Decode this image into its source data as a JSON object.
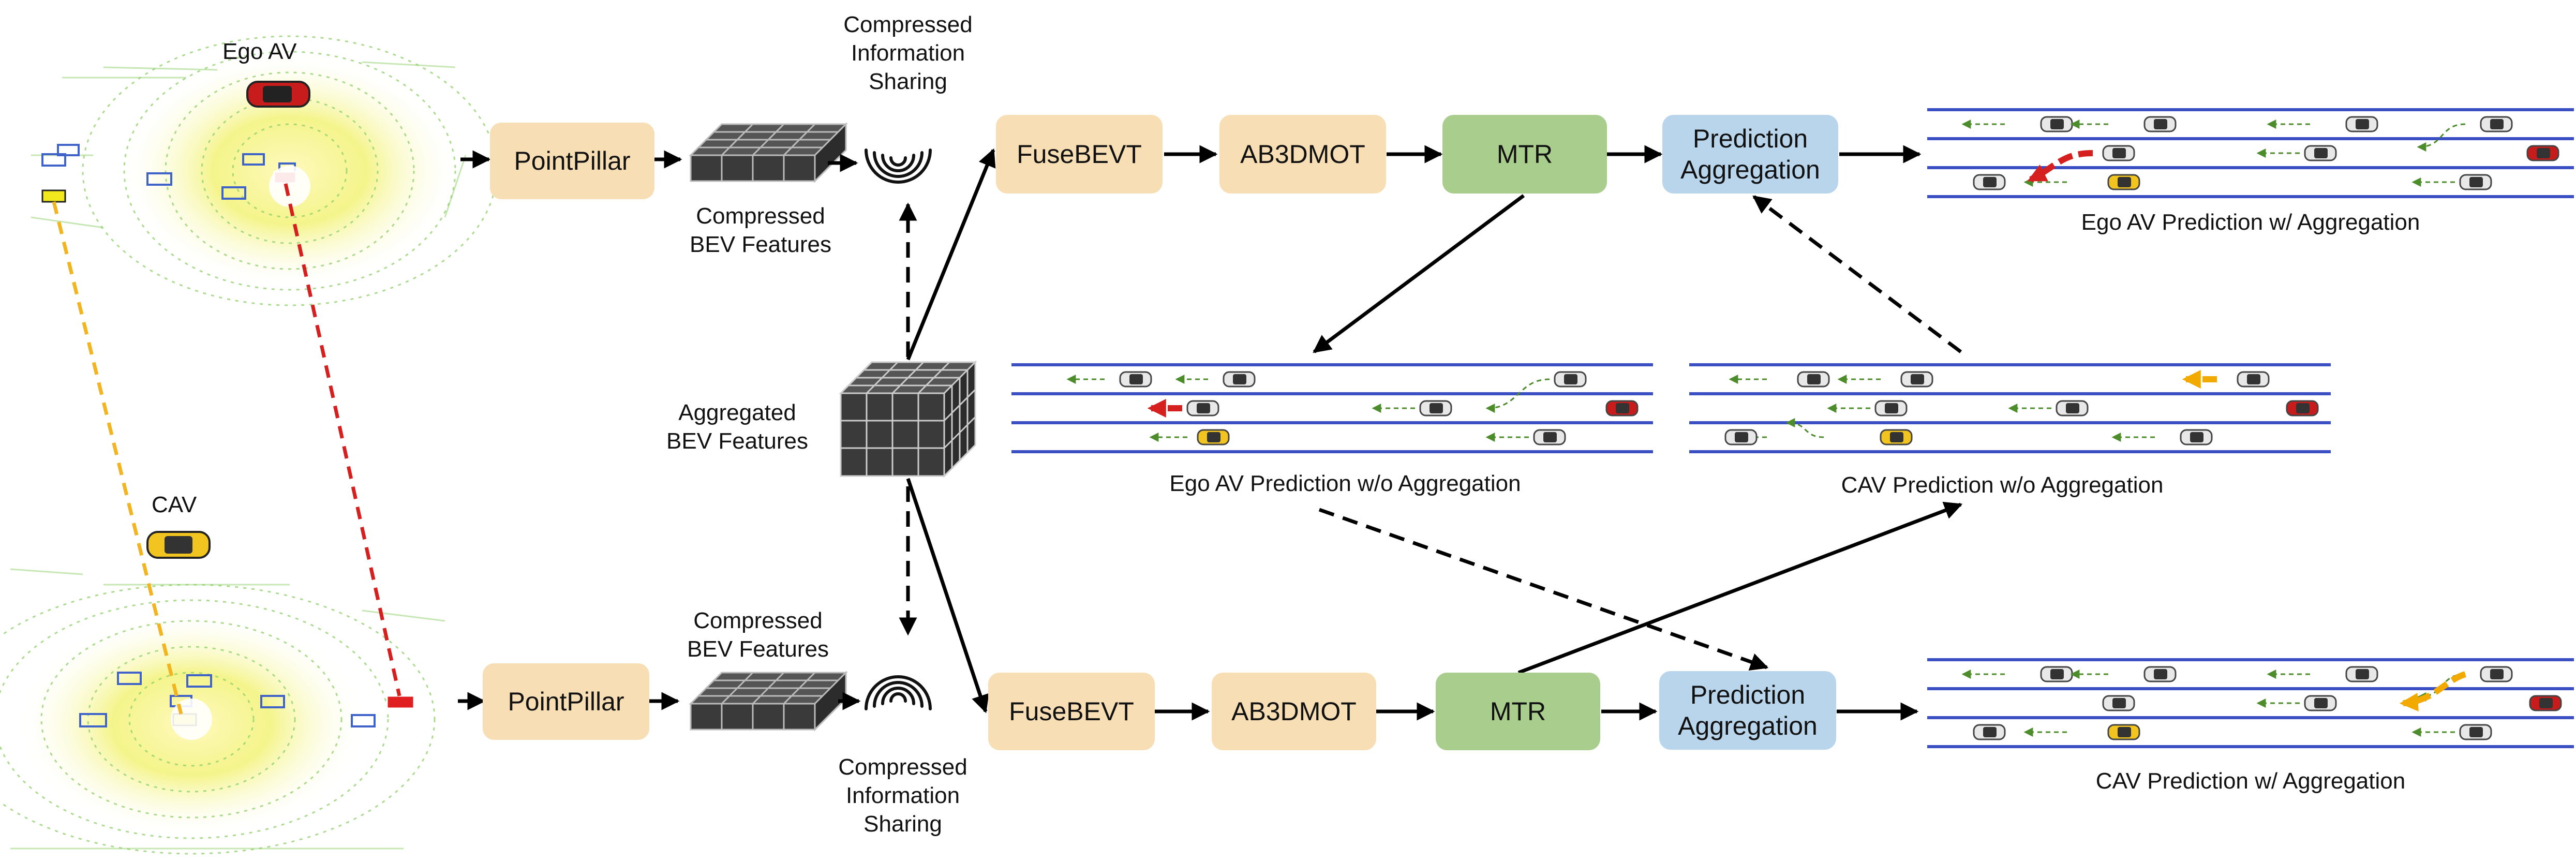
{
  "labels": {
    "ego_av": "Ego AV",
    "cav": "CAV",
    "compressed_sharing_top": [
      "Compressed",
      "Information",
      "Sharing"
    ],
    "compressed_sharing_bottom": [
      "Compressed",
      "Information",
      "Sharing"
    ],
    "compressed_bev_top": [
      "Compressed",
      "BEV Features"
    ],
    "compressed_bev_bottom": [
      "Compressed",
      "BEV Features"
    ],
    "aggregated_bev": [
      "Aggregated",
      "BEV Features"
    ],
    "ego_pred_with": "Ego AV Prediction w/ Aggregation",
    "ego_pred_without": "Ego AV Prediction w/o Aggregation",
    "cav_pred_without": "CAV Prediction w/o Aggregation",
    "cav_pred_with": "CAV Prediction w/ Aggregation"
  },
  "blocks": {
    "pointpillar_top": "PointPillar",
    "pointpillar_bottom": "PointPillar",
    "fusebevt_top": "FuseBEVT",
    "fusebevt_bottom": "FuseBEVT",
    "ab3dmot_top": "AB3DMOT",
    "ab3dmot_bottom": "AB3DMOT",
    "mtr_top": "MTR",
    "mtr_bottom": "MTR",
    "pred_agg_top": [
      "Prediction",
      "Aggregation"
    ],
    "pred_agg_bottom": [
      "Prediction",
      "Aggregation"
    ]
  },
  "colors": {
    "module_orange": "#f8deb4",
    "module_green": "#a8cd8c",
    "module_blue": "#b8d5ec",
    "lane_blue": "#3a4fc4",
    "ego_red": "#d62020",
    "cav_yellow": "#f2c420",
    "lidar_green": "#8fcf6a"
  }
}
